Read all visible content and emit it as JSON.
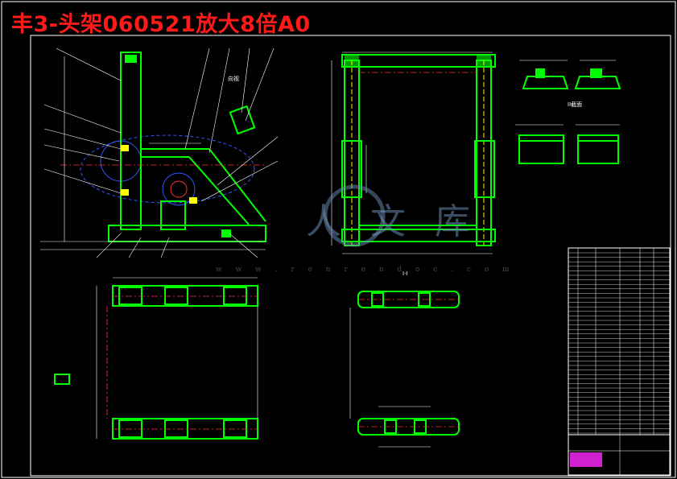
{
  "title": "丰3-头架060521放大8倍A0",
  "watermark": {
    "brand_glyphs": [
      "人",
      "文",
      "库"
    ],
    "url": "w w w . r e n r e n d o c . c o m"
  },
  "view_labels": {
    "main_view": "向视",
    "end_view": "I-I",
    "section_view": "II截面"
  },
  "colors": {
    "background": "#000000",
    "frame": "#ffffff",
    "structure": "#00ff00",
    "dimension": "#ffffff",
    "centerline": "#ff0000",
    "hidden": "#3355ff",
    "accent": "#ffff00",
    "title": "#ff1a1a"
  }
}
